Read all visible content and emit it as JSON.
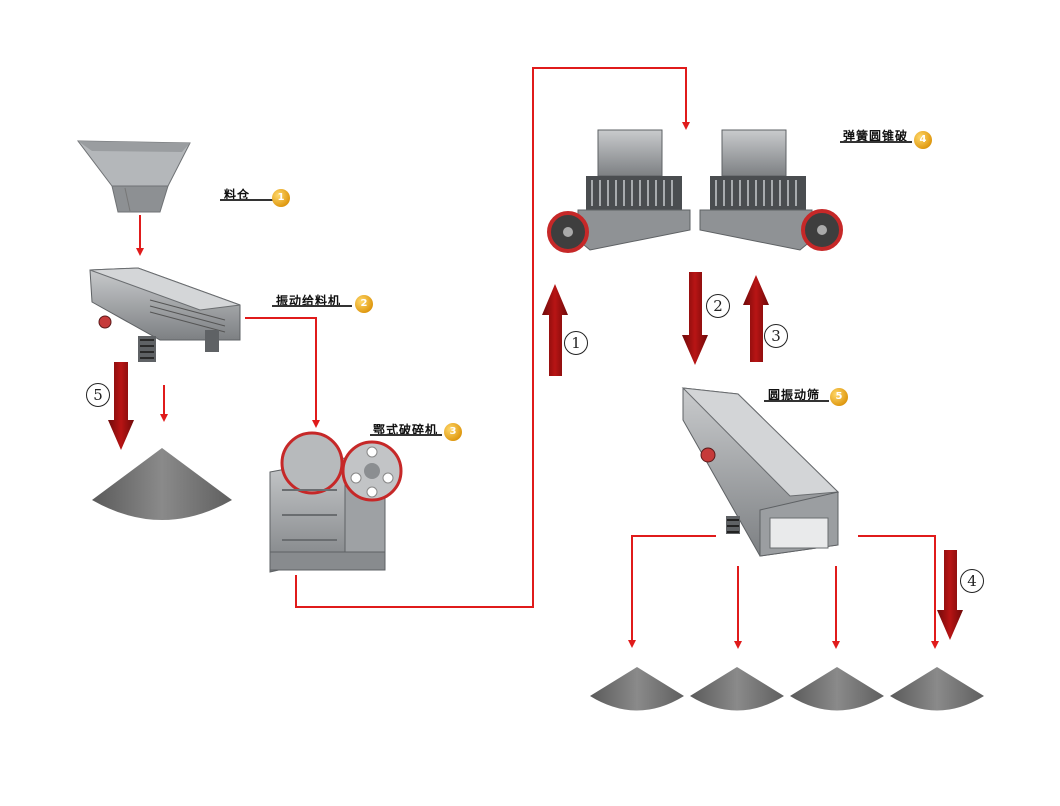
{
  "labels": {
    "silo": {
      "text": "料仓",
      "badge": "1"
    },
    "feeder": {
      "text": "振动给料机",
      "badge": "2"
    },
    "jaw": {
      "text": "鄂式破碎机",
      "badge": "3"
    },
    "cone": {
      "text": "弹簧圆锥破",
      "badge": "4"
    },
    "screen": {
      "text": "圆振动筛",
      "badge": "5"
    }
  },
  "steps": {
    "s1": "1",
    "s2": "2",
    "s3": "3",
    "s4": "4",
    "s5": "5"
  },
  "colors": {
    "flow": "#e01b1b",
    "arrow_dark": "#8e0d0d",
    "metal": "#8a8d90",
    "pile": "#6e6e6e"
  }
}
